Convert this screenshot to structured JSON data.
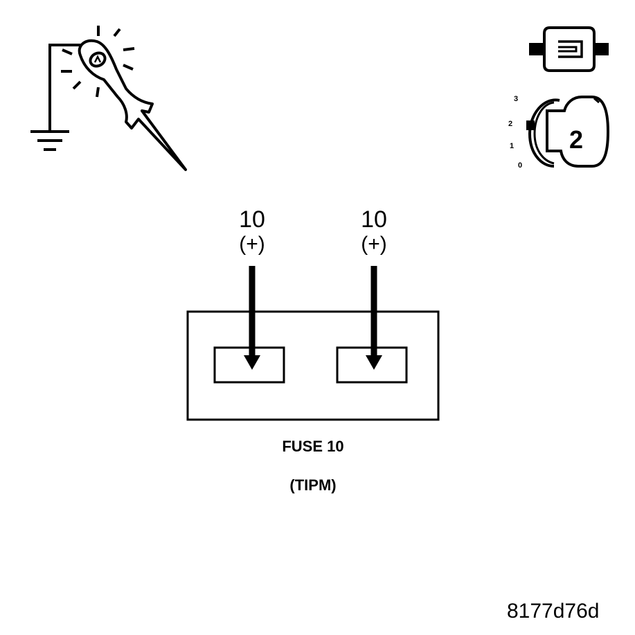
{
  "test_probe": {
    "icon": "test-light-probe-icon",
    "ground_icon": "ground-symbol-icon"
  },
  "connector_icon": "disconnected-connector-icon",
  "ignition": {
    "icon": "ignition-key-icon",
    "positions": [
      "3",
      "2",
      "1",
      "0"
    ],
    "selected_position": "2",
    "key_label": "2"
  },
  "fuse": {
    "terminals": [
      {
        "number": "10",
        "polarity": "(+)"
      },
      {
        "number": "10",
        "polarity": "(+)"
      }
    ],
    "name": "FUSE 10",
    "location": "(TIPM)"
  },
  "reference_id": "8177d76d"
}
